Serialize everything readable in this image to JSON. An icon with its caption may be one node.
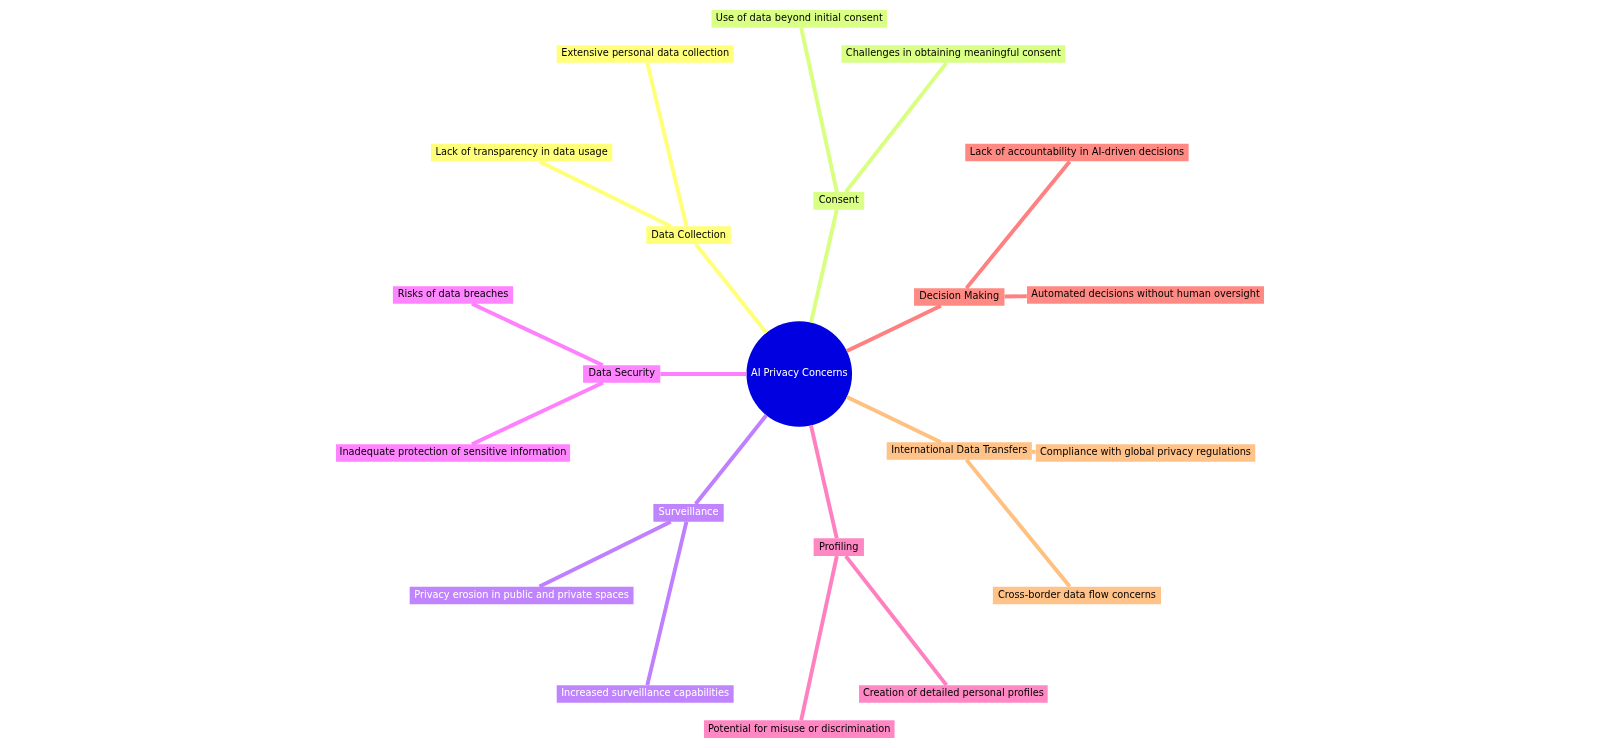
{
  "diagram": {
    "nodes": [
      {
        "text": [
          "AI Privacy Concerns"
        ]
      },
      {
        "text": [
          "Decision Making"
        ]
      },
      {
        "text": [
          "Automated decisions without human oversight"
        ]
      },
      {
        "text": [
          "Lack of accountability in AI-driven decisions"
        ]
      },
      {
        "text": [
          "Consent"
        ]
      },
      {
        "text": [
          "Challenges in obtaining meaningful consent"
        ]
      },
      {
        "text": [
          "Use of data beyond initial consent"
        ]
      },
      {
        "text": [
          "Data Collection"
        ]
      },
      {
        "text": [
          "Extensive personal data collection"
        ]
      },
      {
        "text": [
          "Lack of transparency in data usage"
        ]
      },
      {
        "text": [
          "Data Security"
        ]
      },
      {
        "text": [
          "Risks of data breaches"
        ]
      },
      {
        "text": [
          "Inadequate protection of sensitive information"
        ]
      },
      {
        "text": [
          "Surveillance"
        ]
      },
      {
        "text": [
          "Privacy erosion in public and private spaces"
        ]
      },
      {
        "text": [
          "Increased surveillance capabilities"
        ]
      },
      {
        "text": [
          "Profiling"
        ]
      },
      {
        "text": [
          "Potential for misuse or discrimination"
        ]
      },
      {
        "text": [
          "Creation of detailed personal profiles"
        ]
      },
      {
        "text": [
          "International Data Transfers"
        ]
      },
      {
        "text": [
          "Cross-border data flow concerns"
        ]
      },
      {
        "text": [
          "Compliance with global privacy regulations"
        ]
      }
    ],
    "edges": [
      {
        "from": 0,
        "to": 1,
        "arrow": "none",
        "color": "#ff8080"
      },
      {
        "from": 1,
        "to": 2,
        "arrow": "none",
        "color": "#ff8080"
      },
      {
        "from": 1,
        "to": 3,
        "arrow": "none",
        "color": "#ff8080"
      },
      {
        "from": 0,
        "to": 4,
        "arrow": "none",
        "color": "#d9ff80"
      },
      {
        "from": 4,
        "to": 5,
        "arrow": "none",
        "color": "#d9ff80"
      },
      {
        "from": 4,
        "to": 6,
        "arrow": "none",
        "color": "#d9ff80"
      },
      {
        "from": 0,
        "to": 7,
        "arrow": "none",
        "color": "#ffff78"
      },
      {
        "from": 7,
        "to": 8,
        "arrow": "none",
        "color": "#ffff78"
      },
      {
        "from": 7,
        "to": 9,
        "arrow": "none",
        "color": "#ffff78"
      },
      {
        "from": 0,
        "to": 10,
        "arrow": "none",
        "color": "#ff80ff"
      },
      {
        "from": 10,
        "to": 11,
        "arrow": "none",
        "color": "#ff80ff"
      },
      {
        "from": 10,
        "to": 12,
        "arrow": "none",
        "color": "#ff80ff"
      },
      {
        "from": 0,
        "to": 13,
        "arrow": "none",
        "color": "#bf80ff"
      },
      {
        "from": 13,
        "to": 14,
        "arrow": "none",
        "color": "#bf80ff"
      },
      {
        "from": 13,
        "to": 15,
        "arrow": "none",
        "color": "#bf80ff"
      },
      {
        "from": 0,
        "to": 16,
        "arrow": "none",
        "color": "#ff80c0"
      },
      {
        "from": 16,
        "to": 17,
        "arrow": "none",
        "color": "#ff80c0"
      },
      {
        "from": 16,
        "to": 18,
        "arrow": "none",
        "color": "#ff80c0"
      },
      {
        "from": 0,
        "to": 19,
        "arrow": "none",
        "color": "#ffc080"
      },
      {
        "from": 19,
        "to": 20,
        "arrow": "none",
        "color": "#ffc080"
      },
      {
        "from": 19,
        "to": 21,
        "arrow": "none",
        "color": "#ffc080"
      }
    ]
  }
}
